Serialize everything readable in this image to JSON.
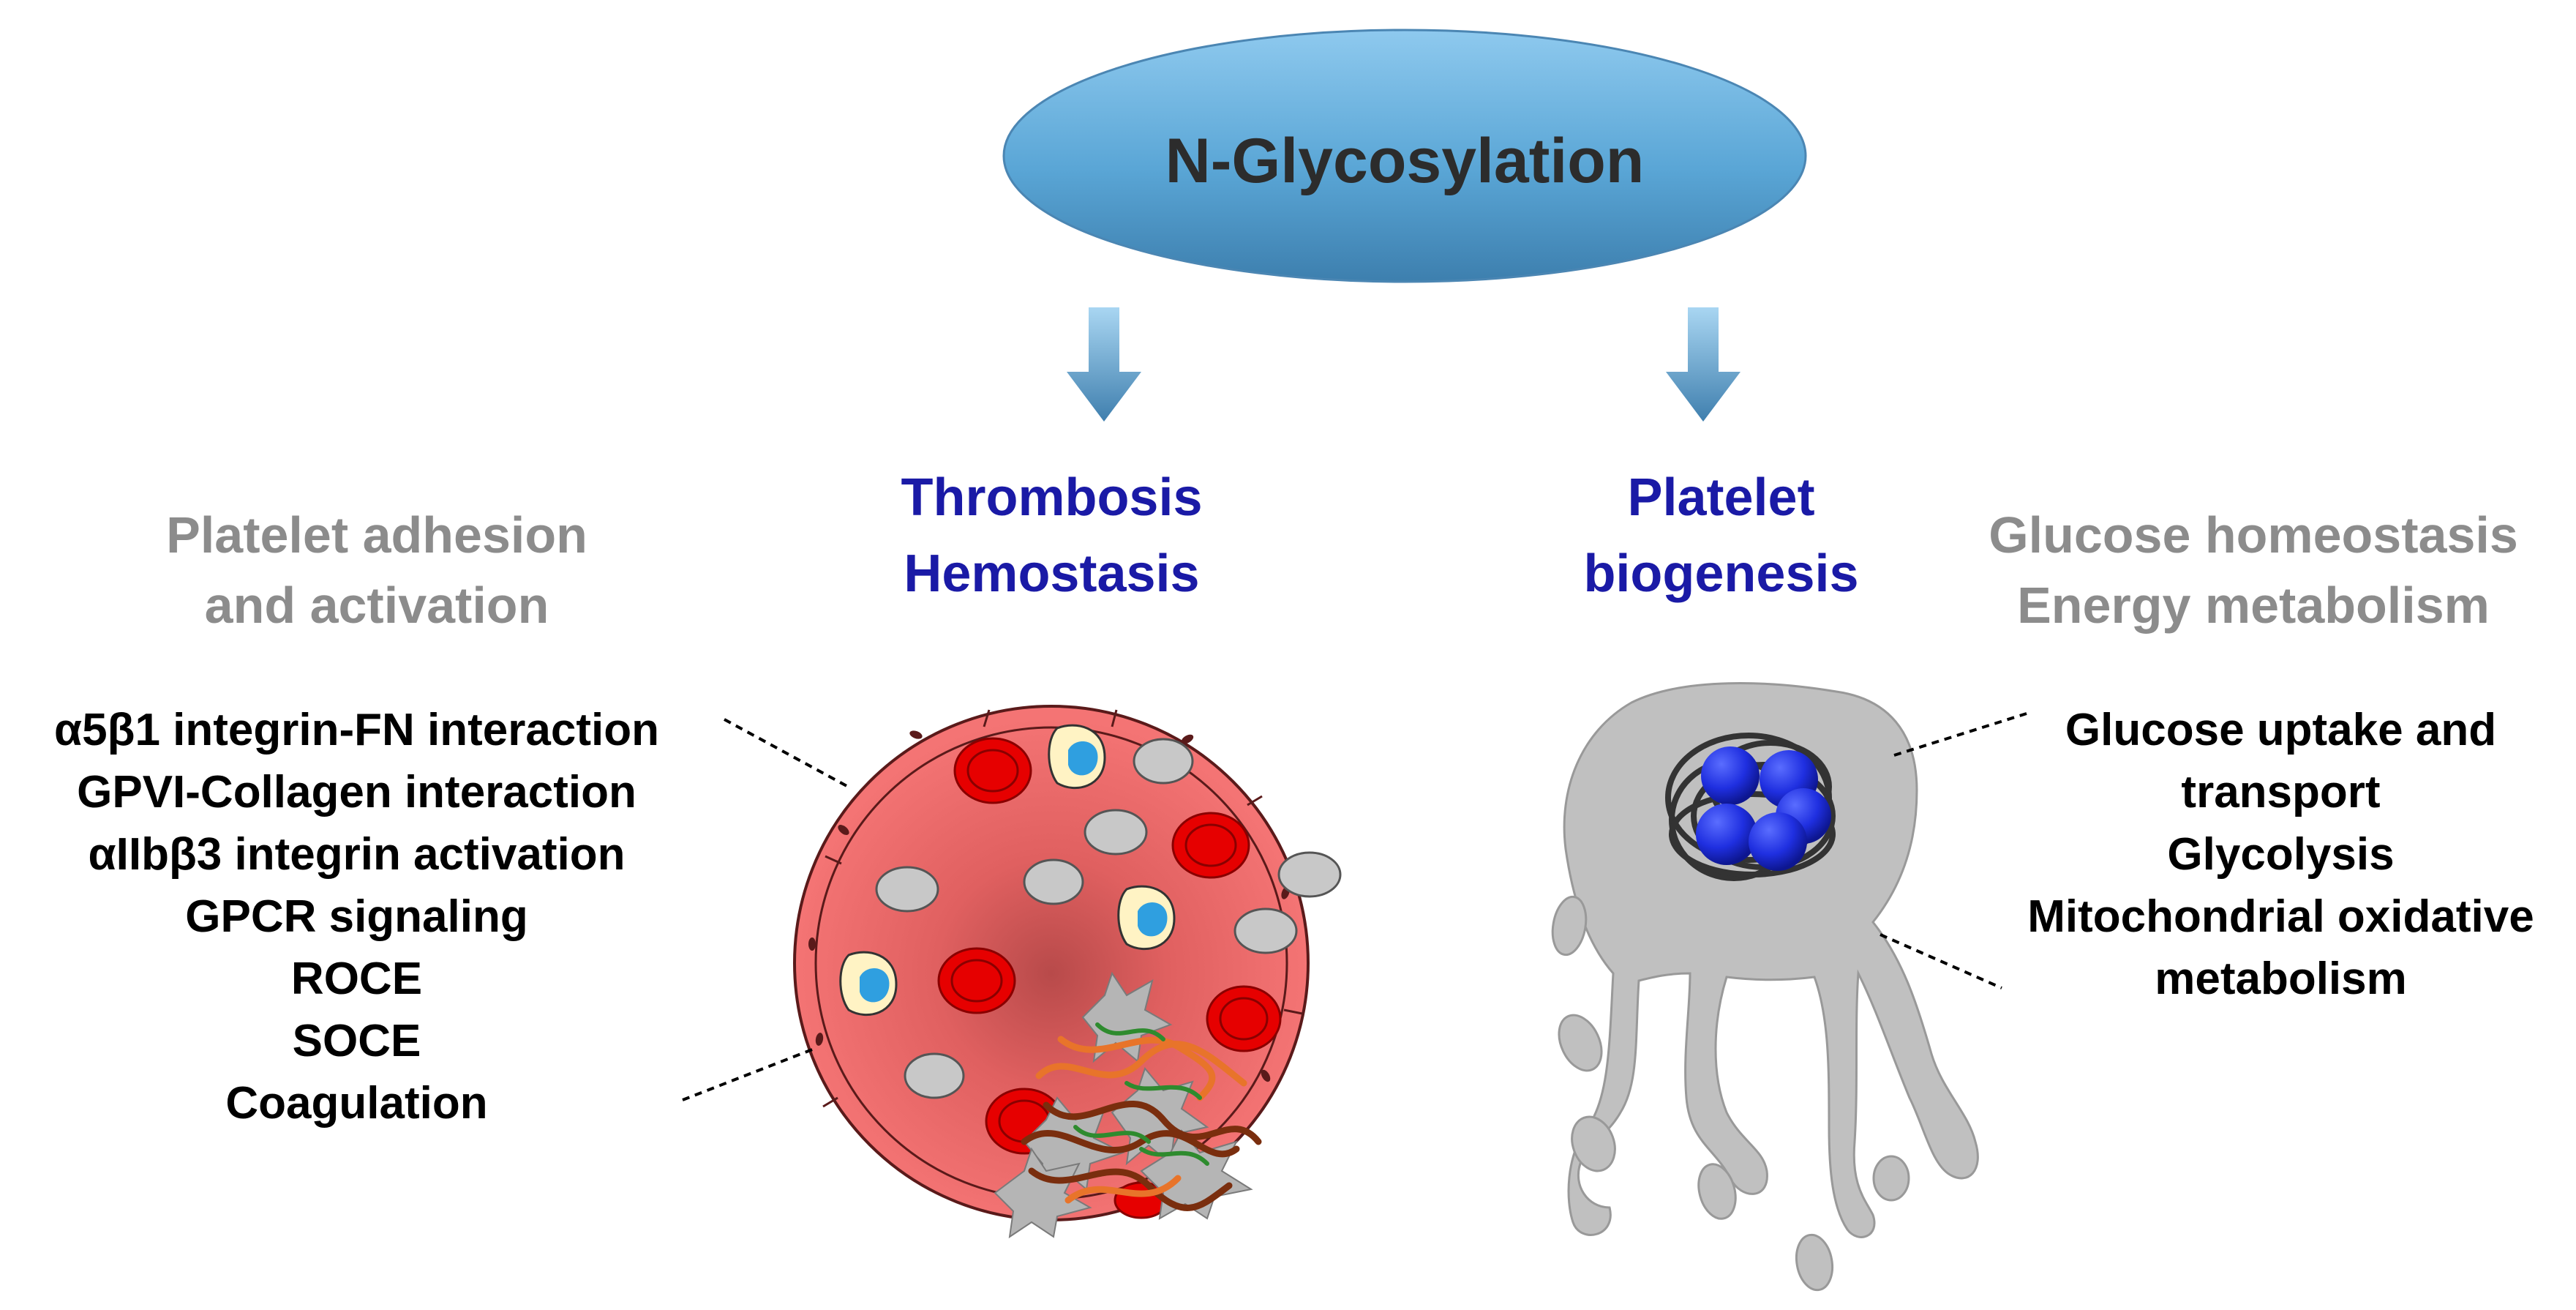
{
  "title": "N-Glycosylation",
  "left_branch": {
    "heading": [
      "Thrombosis",
      "Hemostasis"
    ],
    "category": [
      "Platelet adhesion",
      "and activation"
    ],
    "items": [
      "α5β1 integrin-FN interaction",
      "GPVI-Collagen interaction",
      "αIIbβ3 integrin activation",
      "GPCR signaling",
      "ROCE",
      "SOCE",
      "Coagulation"
    ]
  },
  "right_branch": {
    "heading": [
      "Platelet",
      "biogenesis"
    ],
    "category": [
      "Glucose homeostasis",
      "Energy metabolism"
    ],
    "items": [
      "Glucose uptake and",
      "transport",
      "Glycolysis",
      "Mitochondrial oxidative",
      "metabolism"
    ]
  },
  "colors": {
    "heading": "#1a1aa6",
    "category": "#8c8c8c",
    "items": "#000000",
    "ellipse": "#5aa6d6",
    "vessel": "#f26b6b",
    "rbc": "#e60000",
    "platelet": "#c8c8c8",
    "nucleus": "#1f2fe0"
  }
}
